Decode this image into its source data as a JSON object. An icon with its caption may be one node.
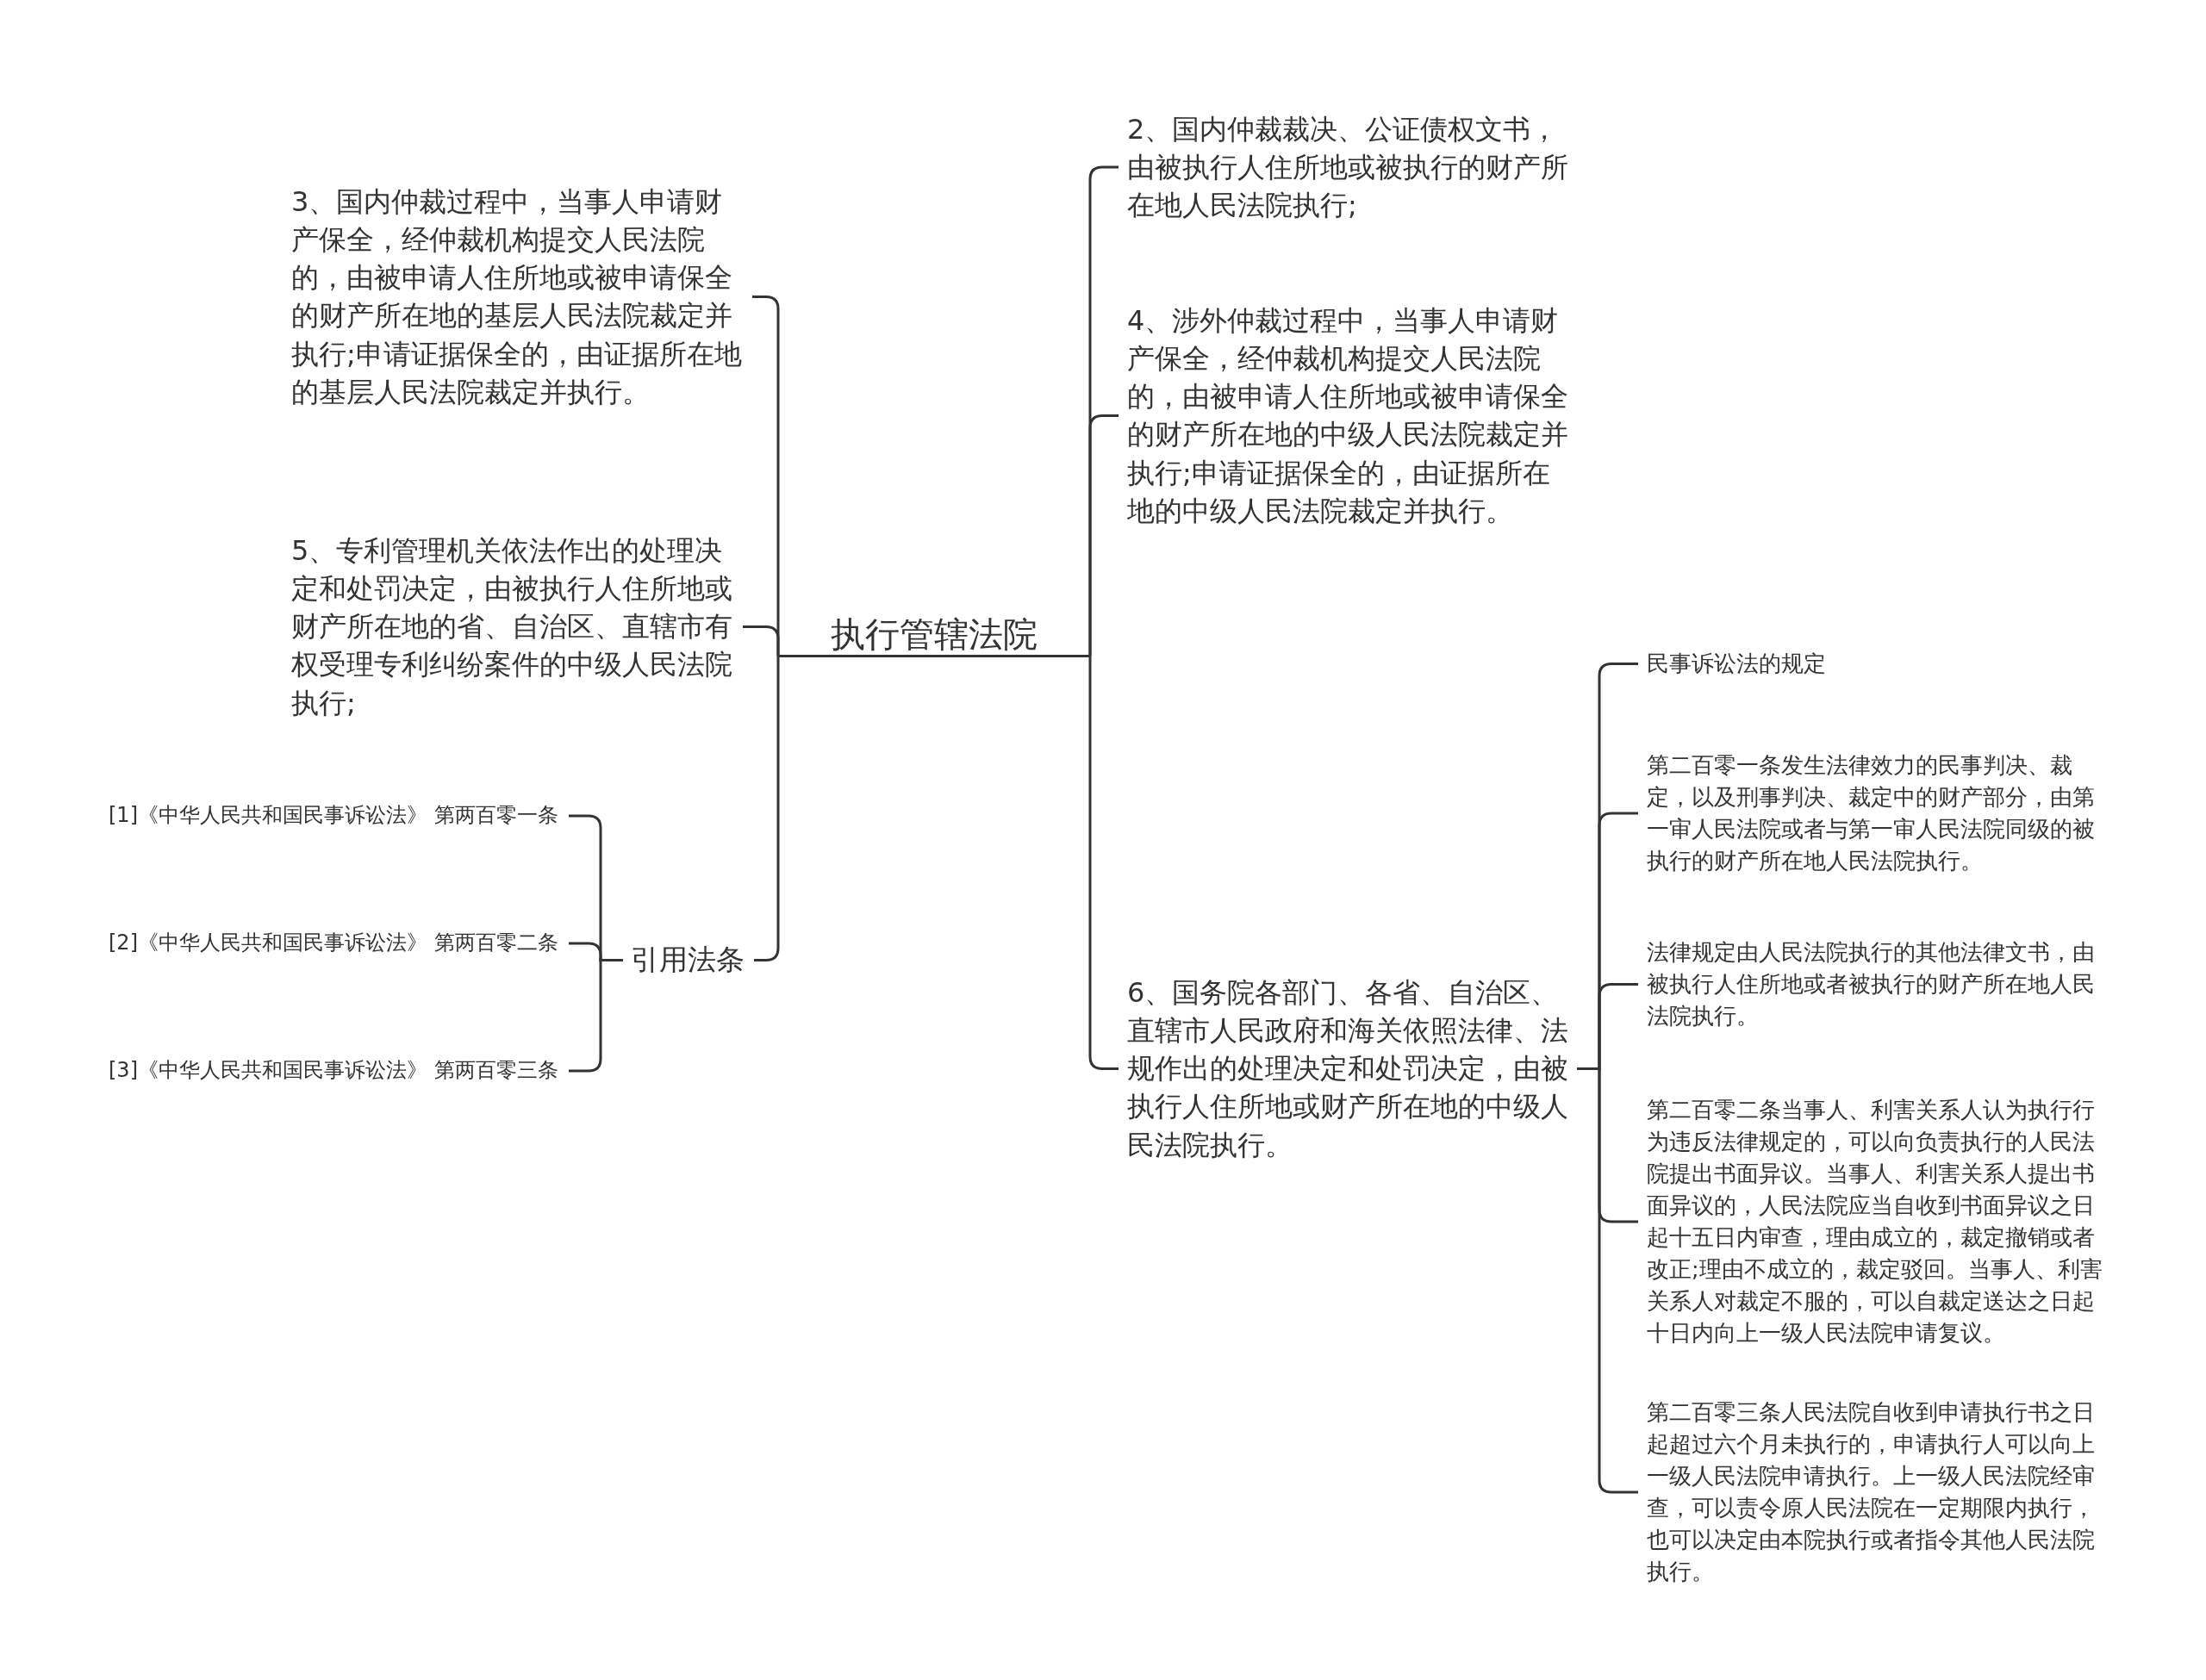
{
  "diagram": {
    "nodes": [
      {
        "text": [
          "执行管辖法院"
        ]
      },
      {
        "text": [
          "3、国内仲裁过程中，当事人申请财产保全，经仲裁机构提交人民法院的，由被申请人住所地或被申请保全的财产所在地的基层人民法院裁定并执行;申请证据保全的，由证据所在地的基层人民法院裁定并执行。"
        ]
      },
      {
        "text": [
          "5、专利管理机关依法作出的处理决定和处罚决定，由被执行人住所地或财产所在地的省、自治区、直辖市有权受理专利纠纷案件的中级人民法院执行;"
        ]
      },
      {
        "text": [
          "引用法条"
        ]
      },
      {
        "text": [
          "[1]《中华人民共和国民事诉讼法》 第两百零一条"
        ]
      },
      {
        "text": [
          "[2]《中华人民共和国民事诉讼法》 第两百零二条"
        ]
      },
      {
        "text": [
          "[3]《中华人民共和国民事诉讼法》 第两百零三条"
        ]
      },
      {
        "text": [
          "2、国内仲裁裁决、公证债权文书，由被执行人住所地或被执行的财产所在地人民法院执行;"
        ]
      },
      {
        "text": [
          "4、涉外仲裁过程中，当事人申请财产保全，经仲裁机构提交人民法院的，由被申请人住所地或被申请保全的财产所在地的中级人民法院裁定并执行;申请证据保全的，由证据所在地的中级人民法院裁定并执行。"
        ]
      },
      {
        "text": [
          "6、国务院各部门、各省、自治区、直辖市人民政府和海关依照法律、法规作出的处理决定和处罚决定，由被执行人住所地或财产所在地的中级人民法院执行。"
        ]
      },
      {
        "text": [
          "民事诉讼法的规定"
        ]
      },
      {
        "text": [
          "第二百零一条发生法律效力的民事判决、裁定，以及刑事判决、裁定中的财产部分，由第一审人民法院或者与第一审人民法院同级的被执行的财产所在地人民法院执行。"
        ]
      },
      {
        "text": [
          "法律规定由人民法院执行的其他法律文书，由被执行人住所地或者被执行的财产所在地人民法院执行。"
        ]
      },
      {
        "text": [
          "第二百零二条当事人、利害关系人认为执行行为违反法律规定的，可以向负责执行的人民法院提出书面异议。当事人、利害关系人提出书面异议的，人民法院应当自收到书面异议之日起十五日内审查，理由成立的，裁定撤销或者改正;理由不成立的，裁定驳回。当事人、利害关系人对裁定不服的，可以自裁定送达之日起十日内向上一级人民法院申请复议。"
        ]
      },
      {
        "text": [
          "第二百零三条人民法院自收到申请执行书之日起超过六个月未执行的，申请执行人可以向上一级人民法院申请执行。上一级人民法院经审查，可以责令原人民法院在一定期限内执行，也可以决定由本院执行或者指令其他人民法院执行。"
        ]
      }
    ],
    "edges": [
      {
        "from": 0,
        "to": 1,
        "arrow": "none"
      },
      {
        "from": 0,
        "to": 2,
        "arrow": "none"
      },
      {
        "from": 0,
        "to": 3,
        "arrow": "none"
      },
      {
        "from": 3,
        "to": 4,
        "arrow": "none"
      },
      {
        "from": 3,
        "to": 5,
        "arrow": "none"
      },
      {
        "from": 3,
        "to": 6,
        "arrow": "none"
      },
      {
        "from": 0,
        "to": 7,
        "arrow": "none"
      },
      {
        "from": 0,
        "to": 8,
        "arrow": "none"
      },
      {
        "from": 0,
        "to": 9,
        "arrow": "none"
      },
      {
        "from": 9,
        "to": 10,
        "arrow": "none"
      },
      {
        "from": 9,
        "to": 11,
        "arrow": "none"
      },
      {
        "from": 9,
        "to": 12,
        "arrow": "none"
      },
      {
        "from": 9,
        "to": 13,
        "arrow": "none"
      },
      {
        "from": 9,
        "to": 14,
        "arrow": "none"
      }
    ]
  }
}
